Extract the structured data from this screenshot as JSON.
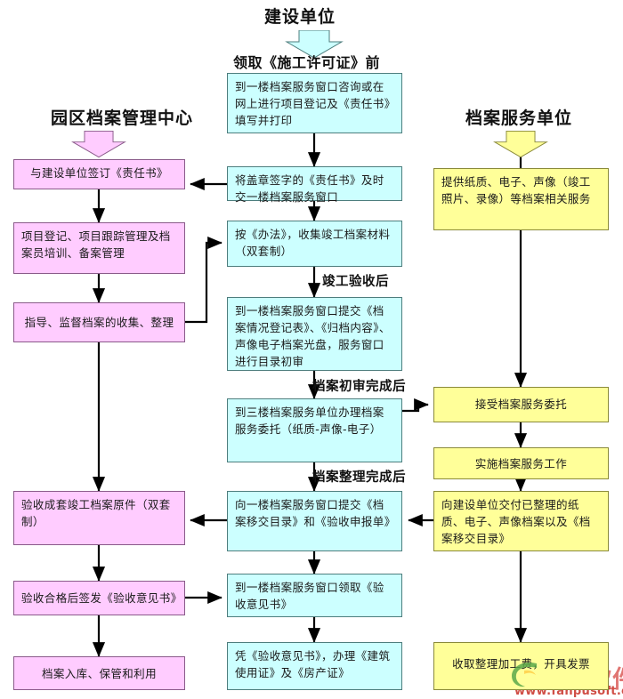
{
  "columns": [
    {
      "id": "park-archive-center",
      "title": "园区档案管理中心",
      "color": "#ffccff"
    },
    {
      "id": "construction-unit",
      "title": "建设单位",
      "color": "#ccffff"
    },
    {
      "id": "archive-service-unit",
      "title": "档案服务单位",
      "color": "#ffff99"
    }
  ],
  "stage_labels": [
    {
      "id": "before-permit",
      "text": "领取《施工许可证》前"
    },
    {
      "id": "after-completion-acceptance",
      "text": "竣工验收后"
    },
    {
      "id": "after-initial-review",
      "text": "档案初审完成后"
    },
    {
      "id": "after-arrangement-done",
      "text": "档案整理完成后"
    }
  ],
  "nodes": {
    "left": [
      {
        "id": "L1",
        "text": "与建设单位签订《责任书》",
        "align": "center"
      },
      {
        "id": "L2",
        "text": "项目登记、项目跟踪管理及档案员培训、备案管理",
        "align": "left"
      },
      {
        "id": "L3",
        "text": "指导、监督档案的收集、整理",
        "align": "center"
      },
      {
        "id": "L4",
        "text": "验收成套竣工档案原件（双套制）",
        "align": "left"
      },
      {
        "id": "L5",
        "text": "验收合格后签发《验收意见书》",
        "align": "center"
      },
      {
        "id": "L6",
        "text": "档案入库、保管和利用",
        "align": "center"
      }
    ],
    "center": [
      {
        "id": "C1",
        "text": "到一楼档案服务窗口咨询或在网上进行项目登记及《责任书》填写并打印",
        "align": "left"
      },
      {
        "id": "C2",
        "text": "将盖章签字的《责任书》及时交一楼档案服务窗口",
        "align": "left"
      },
      {
        "id": "C3",
        "text": "按《办法》，收集竣工档案材料（双套制）",
        "align": "left"
      },
      {
        "id": "C4",
        "text": "到一楼档案服务窗口提交《档案情况登记表》、《归档内容》、声像电子档案光盘，服务窗口进行目录初审",
        "align": "left"
      },
      {
        "id": "C5",
        "text": "到三楼档案服务单位办理档案服务委托（纸质-声像-电子）",
        "align": "left"
      },
      {
        "id": "C6",
        "text": "向一楼档案服务窗口提交《档案移交目录》和《验收申报单》",
        "align": "left"
      },
      {
        "id": "C7",
        "text": "到一楼档案服务窗口领取《验收意见书》",
        "align": "left"
      },
      {
        "id": "C8",
        "text": "凭《验收意见书》，办理《建筑使用证》及《房产证》",
        "align": "left"
      }
    ],
    "right": [
      {
        "id": "R1",
        "text": "提供纸质、电子、声像（竣工照片、录像）等档案相关服务",
        "align": "left"
      },
      {
        "id": "R2",
        "text": "接受档案服务委托",
        "align": "center"
      },
      {
        "id": "R3",
        "text": "实施档案服务工作",
        "align": "center"
      },
      {
        "id": "R4",
        "text": "向建设单位交付已整理的纸质、电子、声像档案以及《档案移交目录》",
        "align": "left"
      },
      {
        "id": "R5",
        "text": "收取整理加工费，开具发票",
        "align": "center"
      }
    ]
  },
  "watermark": {
    "brand": "泛普软件",
    "url": "www.fanpusoft.com",
    "logo_icon": "leaf-swirl-logo-icon",
    "brand_color": "#d9534f",
    "logo_color": "#5aa84a"
  },
  "colors": {
    "cyan_fill": "#ccffff",
    "pink_fill": "#ffccff",
    "yellow_fill": "#ffff99",
    "line": "#000000",
    "background": "#ffffff"
  }
}
